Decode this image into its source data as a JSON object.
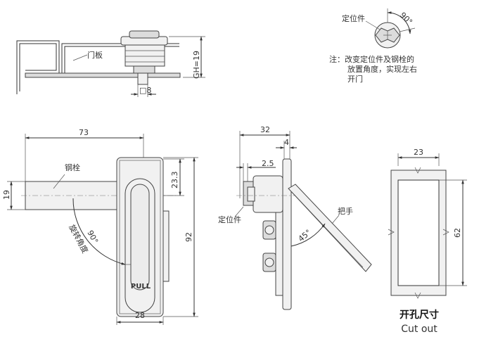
{
  "labels": {
    "door_panel": "门板",
    "gh": "GH=19",
    "square": "□8",
    "locator": "定位件",
    "angle90_top": "90°",
    "note_line1": "注：改变定位件及钢栓的",
    "note_line2": "放置角度，实现左右",
    "note_line3": "开门",
    "dim_73": "73",
    "bolt": "钢栓",
    "dim_19": "19",
    "dim_23_3": "23.3",
    "dim_92": "92",
    "rotate_angle": "旋转角度",
    "angle90_front": "90°",
    "pull": "PULL",
    "dim_28": "28",
    "dim_32": "32",
    "dim_4": "4",
    "dim_2_5": "2.5",
    "locator_side": "定位件",
    "handle": "把手",
    "angle45": "45°",
    "dim_23": "23",
    "dim_62": "62",
    "cutout_cn": "开孔尺寸",
    "cutout_en": "Cut out"
  }
}
